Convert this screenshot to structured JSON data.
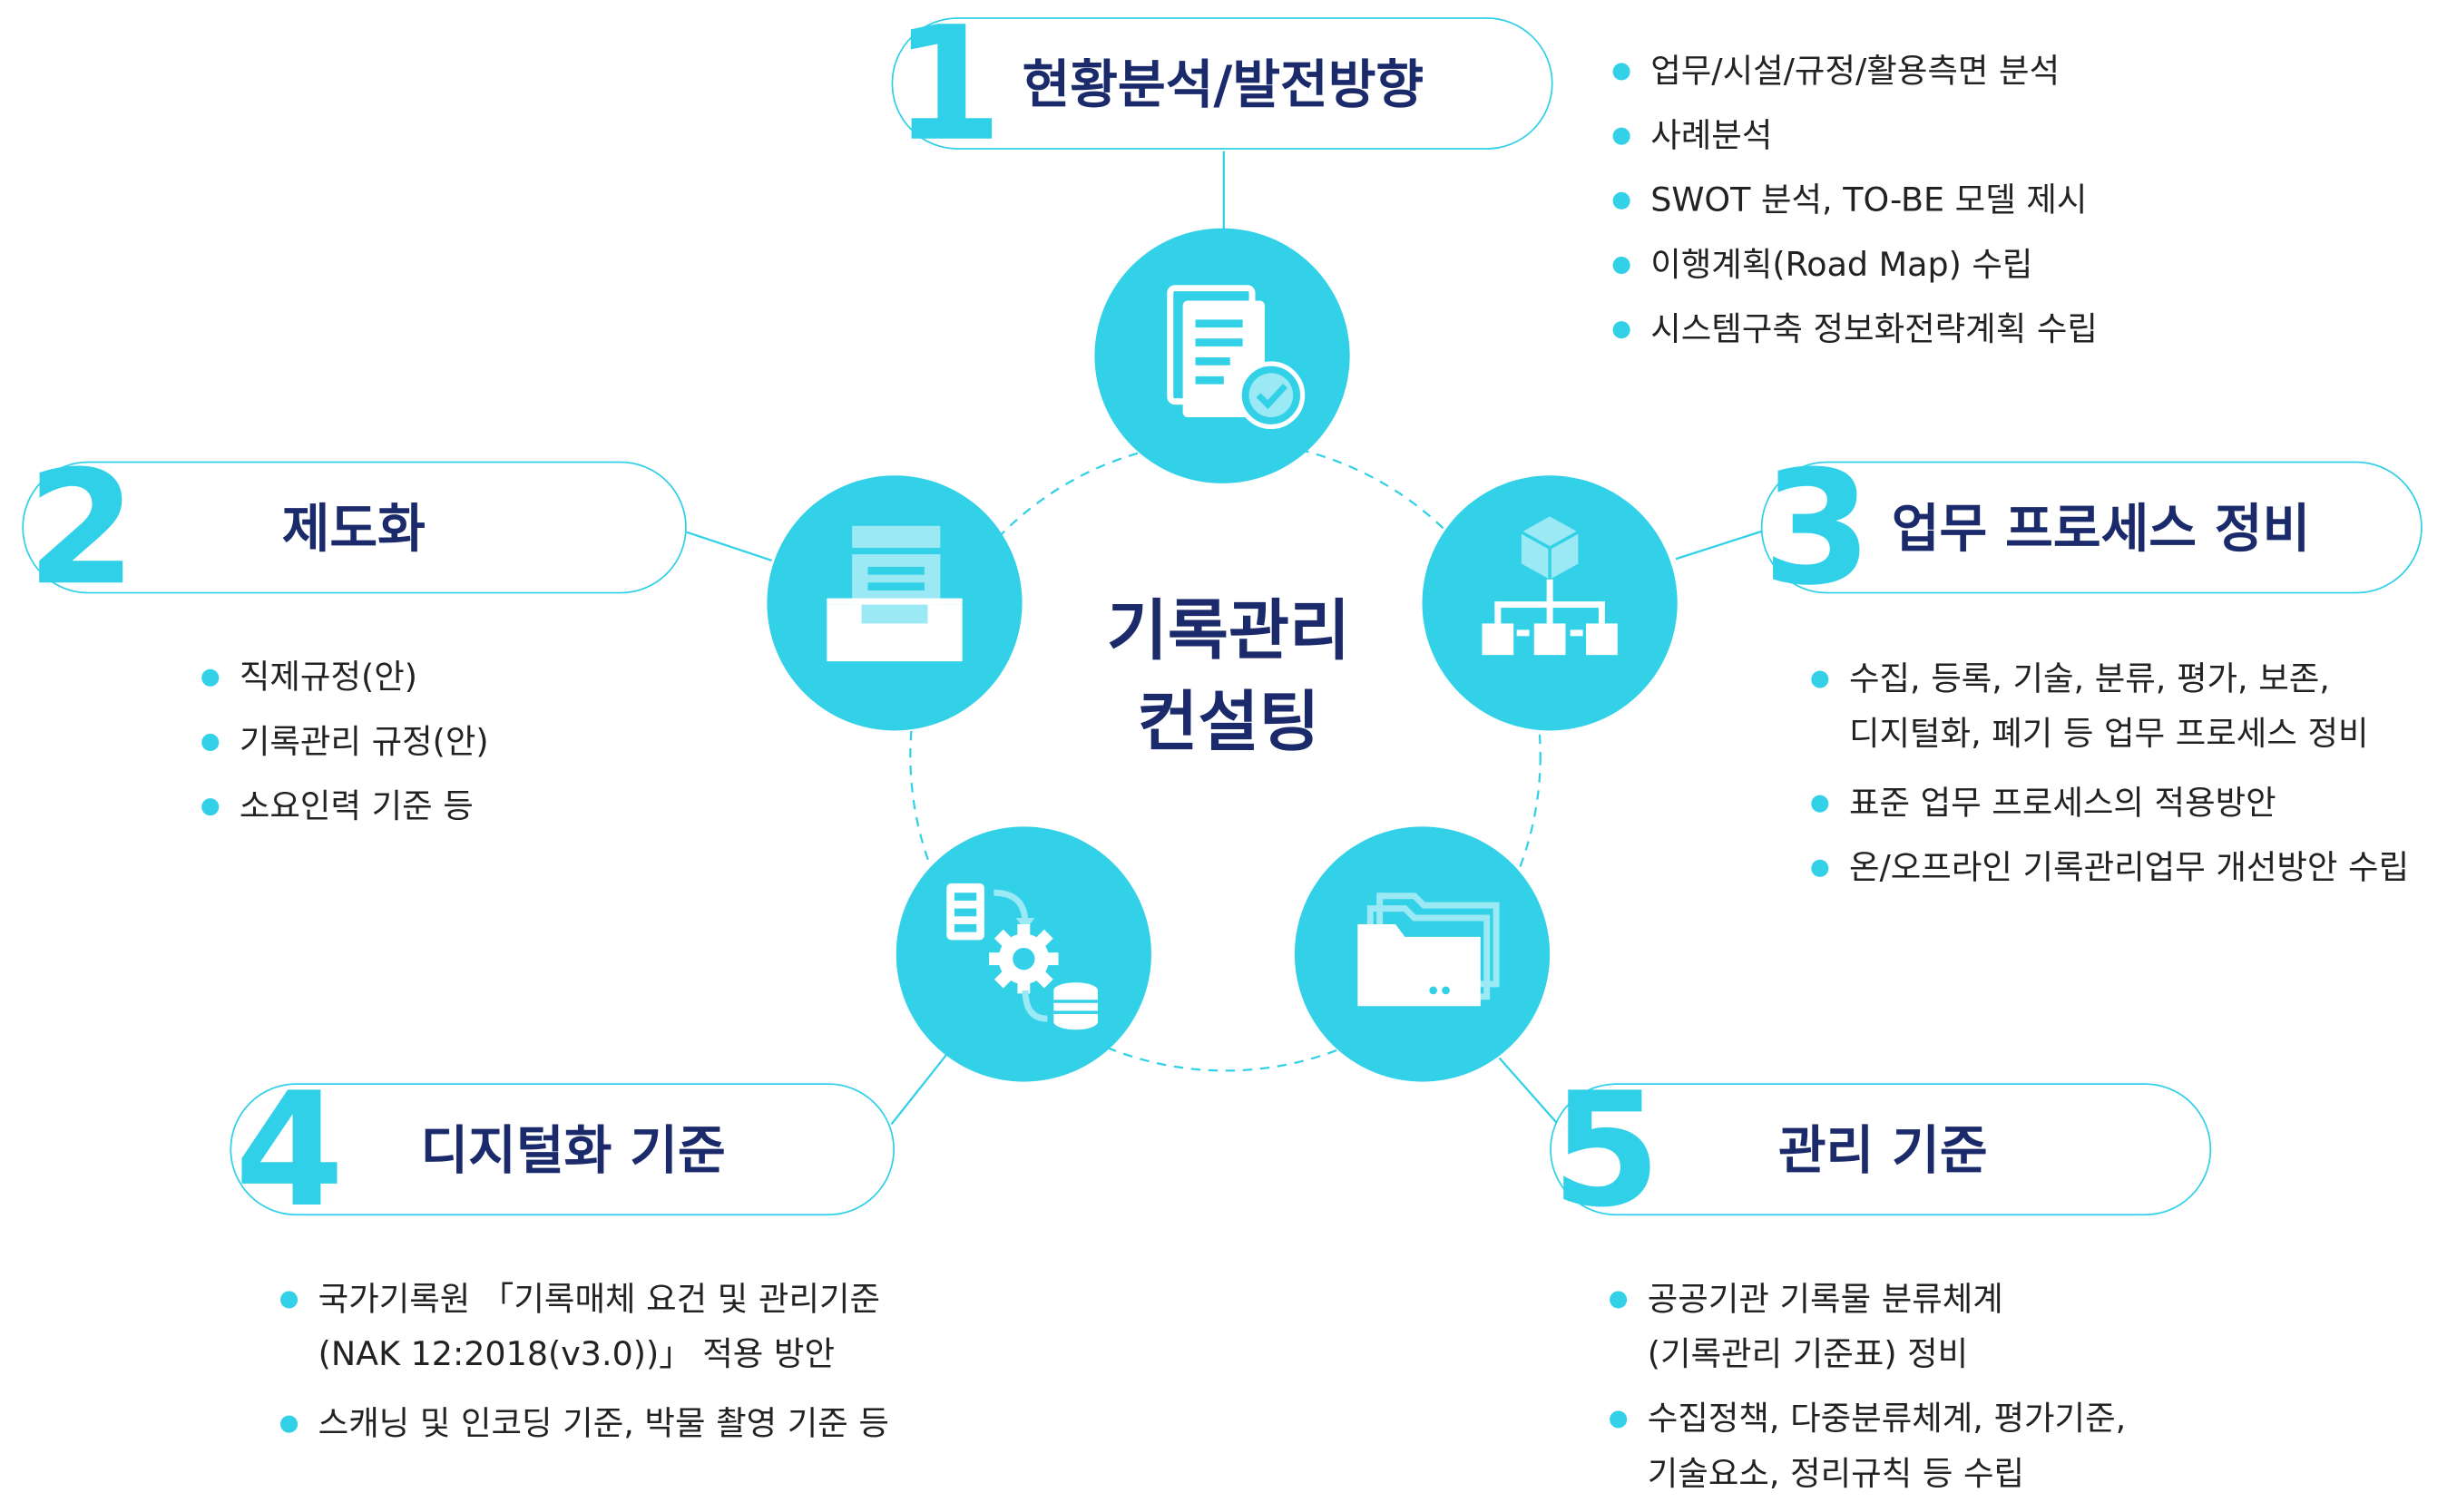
{
  "center": {
    "line1": "기록관리",
    "line2": "컨설팅"
  },
  "steps": [
    {
      "num": "1",
      "title": "현황분석/발전방향",
      "bullets": [
        {
          "lines": [
            "업무/시설/규정/활용측면 분석"
          ]
        },
        {
          "lines": [
            "사례분석"
          ]
        },
        {
          "lines": [
            "SWOT 분석, TO-BE 모델 제시"
          ]
        },
        {
          "lines": [
            "이행계획(Road Map) 수립"
          ]
        },
        {
          "lines": [
            "시스템구축 정보화전략계획 수립"
          ]
        }
      ],
      "icon": "document-check-icon"
    },
    {
      "num": "2",
      "title": "제도화",
      "bullets": [
        {
          "lines": [
            "직제규정(안)"
          ]
        },
        {
          "lines": [
            "기록관리 규정(안)"
          ]
        },
        {
          "lines": [
            "소요인력 기준 등"
          ]
        }
      ],
      "icon": "inbox-tray-icon"
    },
    {
      "num": "3",
      "title": "업무 프로세스 정비",
      "bullets": [
        {
          "lines": [
            "수집, 등록, 기술, 분류, 평가, 보존,",
            "디지털화, 폐기 등 업무 프로세스 정비"
          ]
        },
        {
          "lines": [
            "표준 업무 프로세스의 적용방안"
          ]
        },
        {
          "lines": [
            "온/오프라인 기록관리업무 개선방안 수립"
          ]
        }
      ],
      "icon": "hierarchy-network-icon"
    },
    {
      "num": "4",
      "title": "디지털화 기준",
      "bullets": [
        {
          "lines": [
            "국가기록원 「기록매체 요건 및 관리기준",
            "(NAK 12:2018(v3.0))」 적용 방안"
          ]
        },
        {
          "lines": [
            "스캐닝 및 인코딩 기준, 박물 촬영 기준 등"
          ]
        }
      ],
      "icon": "data-process-gear-icon"
    },
    {
      "num": "5",
      "title": "관리 기준",
      "bullets": [
        {
          "lines": [
            "공공기관 기록물 분류체계",
            "(기록관리 기준표) 정비"
          ]
        },
        {
          "lines": [
            "수집정책, 다중분류체계, 평가기준,",
            "기술요소, 정리규칙 등 수립"
          ]
        }
      ],
      "icon": "stacked-folders-icon"
    }
  ],
  "colors": {
    "accent": "#33d1e8",
    "navy": "#1b2a6b",
    "text": "#222222"
  }
}
